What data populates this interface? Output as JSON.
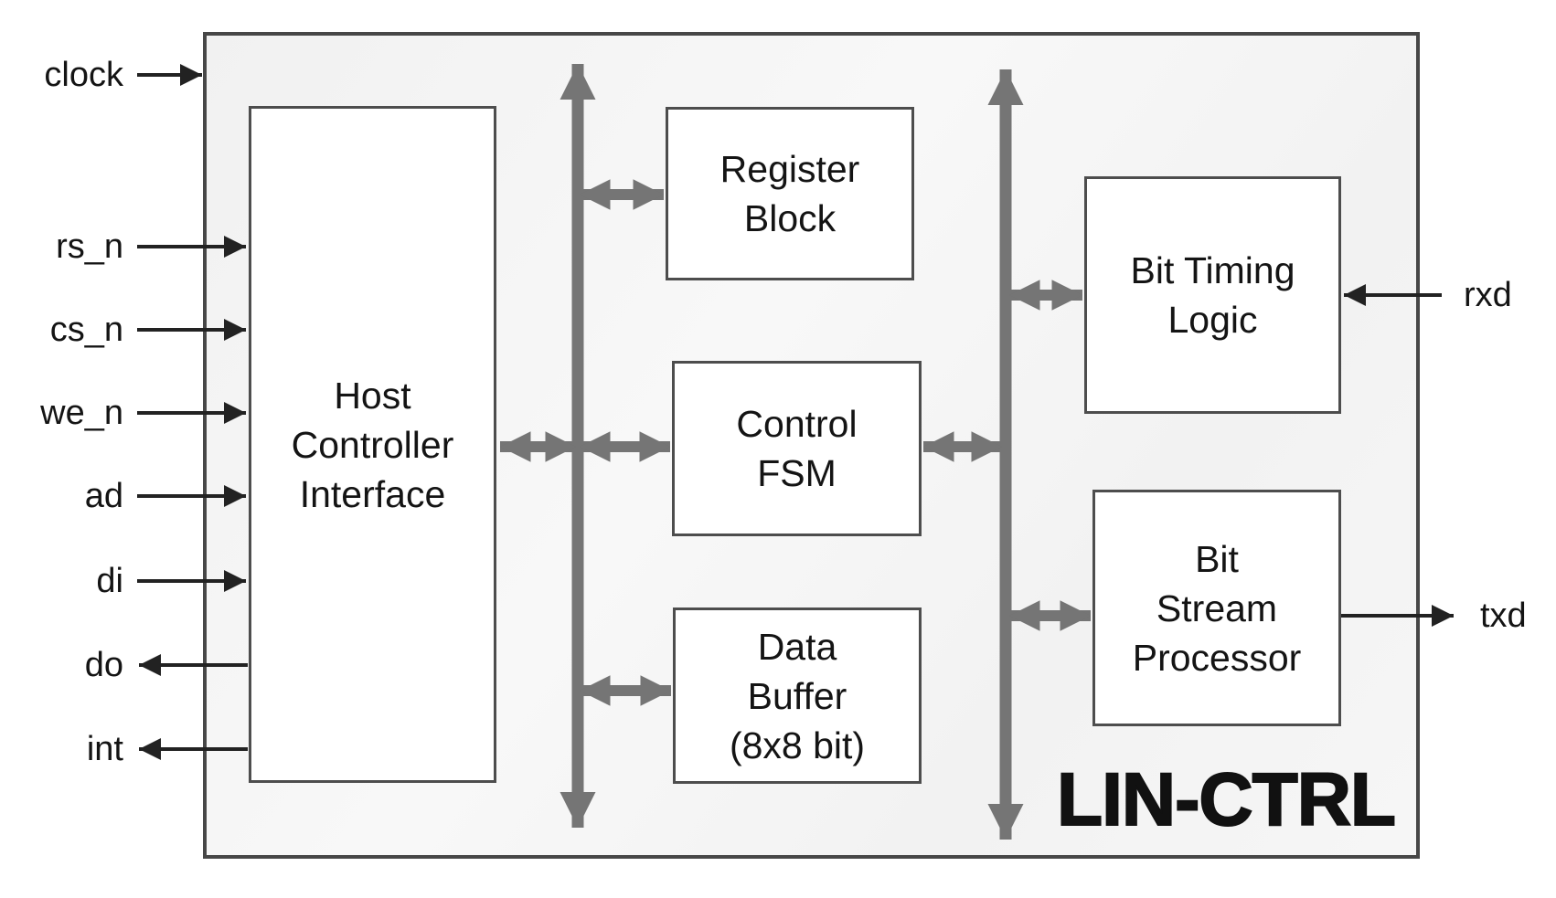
{
  "title": "LIN-CTRL",
  "blocks": [
    {
      "id": "host-controller-interface",
      "label": "Host\nController\nInterface"
    },
    {
      "id": "register-block",
      "label": "Register\nBlock"
    },
    {
      "id": "control-fsm",
      "label": "Control\nFSM"
    },
    {
      "id": "data-buffer",
      "label": "Data\nBuffer\n(8x8 bit)"
    },
    {
      "id": "bit-timing-logic",
      "label": "Bit Timing\nLogic"
    },
    {
      "id": "bit-stream-processor",
      "label": "Bit\nStream\nProcessor"
    }
  ],
  "signals": {
    "left": [
      {
        "label": "clock",
        "direction": "in"
      },
      {
        "label": "rs_n",
        "direction": "in"
      },
      {
        "label": "cs_n",
        "direction": "in"
      },
      {
        "label": "we_n",
        "direction": "in"
      },
      {
        "label": "ad",
        "direction": "in"
      },
      {
        "label": "di",
        "direction": "in"
      },
      {
        "label": "do",
        "direction": "out"
      },
      {
        "label": "int",
        "direction": "out"
      }
    ],
    "right": [
      {
        "label": "rxd",
        "direction": "in"
      },
      {
        "label": "txd",
        "direction": "out"
      }
    ]
  },
  "colors": {
    "bus": "#757575",
    "signal": "#222222",
    "chip_border": "#474747",
    "block_border": "#4d4d4d",
    "chip_fill": "#f4f4f4",
    "block_fill": "#ffffff"
  }
}
